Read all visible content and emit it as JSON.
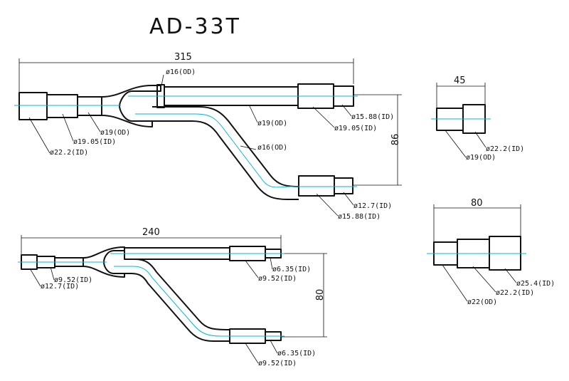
{
  "title": "AD-33T",
  "large_joint": {
    "length": "315",
    "height": "86",
    "labels": {
      "branch_top_od": "ø16(OD)",
      "main_od": "ø19(OD)",
      "main_id": "ø19.05(ID)",
      "main_end_id": "ø22.2(ID)",
      "out1_mid_od": "ø19(OD)",
      "out1_end_id_a": "ø15.88(ID)",
      "out1_end_id_b": "ø19.05(ID)",
      "out2_od": "ø16(OD)",
      "out2_end_id_a": "ø12.7(ID)",
      "out2_end_id_b": "ø15.88(ID)"
    }
  },
  "small_joint": {
    "length": "240",
    "height": "80",
    "labels": {
      "in_id_a": "ø9.52(ID)",
      "in_id_b": "ø12.7(ID)",
      "out1_id_a": "ø6.35(ID)",
      "out1_id_b": "ø9.52(ID)",
      "out2_id_a": "ø6.35(ID)",
      "out2_id_b": "ø9.52(ID)"
    }
  },
  "reducer_45": {
    "length": "45",
    "labels": {
      "id": "ø22.2(ID)",
      "od": "ø19(OD)"
    }
  },
  "reducer_80": {
    "length": "80",
    "labels": {
      "id_a": "ø25.4(ID)",
      "id_b": "ø22.2(ID)",
      "od": "ø22(OD)"
    }
  }
}
